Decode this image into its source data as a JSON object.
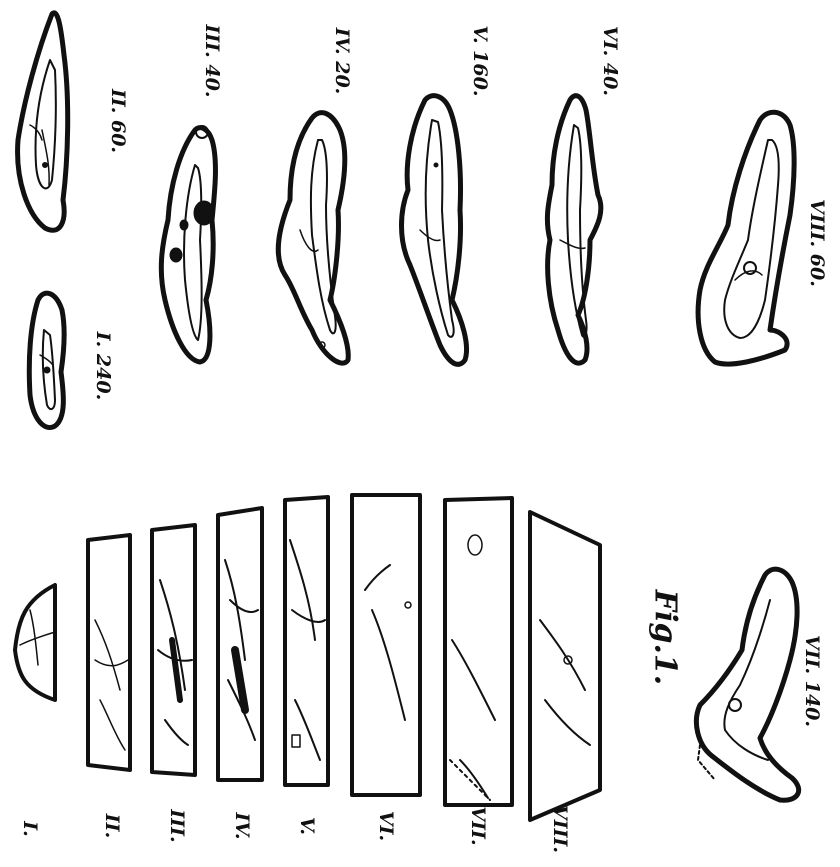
{
  "figure": {
    "title": "Fig.1.",
    "section_labels": [
      "I.",
      "II.",
      "III.",
      "IV.",
      "V.",
      "VI.",
      "VII.",
      "VIII."
    ],
    "panel_labels": {
      "I": "I. 240.",
      "II": "II. 60.",
      "III": "III. 40.",
      "IV": "IV. 20.",
      "V": "V. 160.",
      "VI": "VI. 40.",
      "VII": "VII. 140.",
      "VIII": "VIII. 60."
    }
  }
}
